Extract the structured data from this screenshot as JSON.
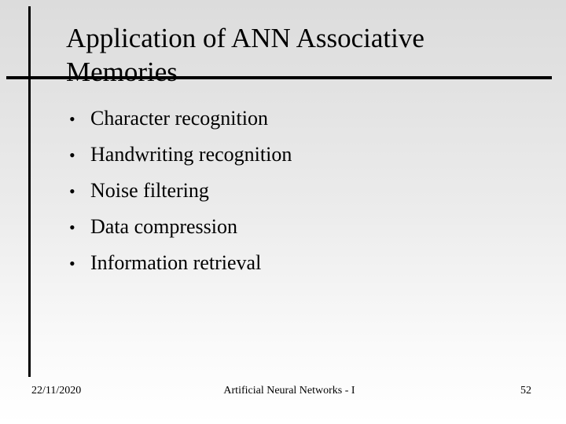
{
  "slide": {
    "title": "Application of ANN Associative Memories",
    "bullet_glyph": "•",
    "bullets": [
      "Character recognition",
      "Handwriting recognition",
      "Noise filtering",
      "Data compression",
      "Information retrieval"
    ],
    "footer": {
      "date": "22/11/2020",
      "center": "Artificial Neural Networks - I",
      "page_number": "52"
    },
    "colors": {
      "background_top": "#DCDCDC",
      "background_bottom": "#FFFFFF",
      "rule": "#000000",
      "text": "#000000"
    }
  }
}
